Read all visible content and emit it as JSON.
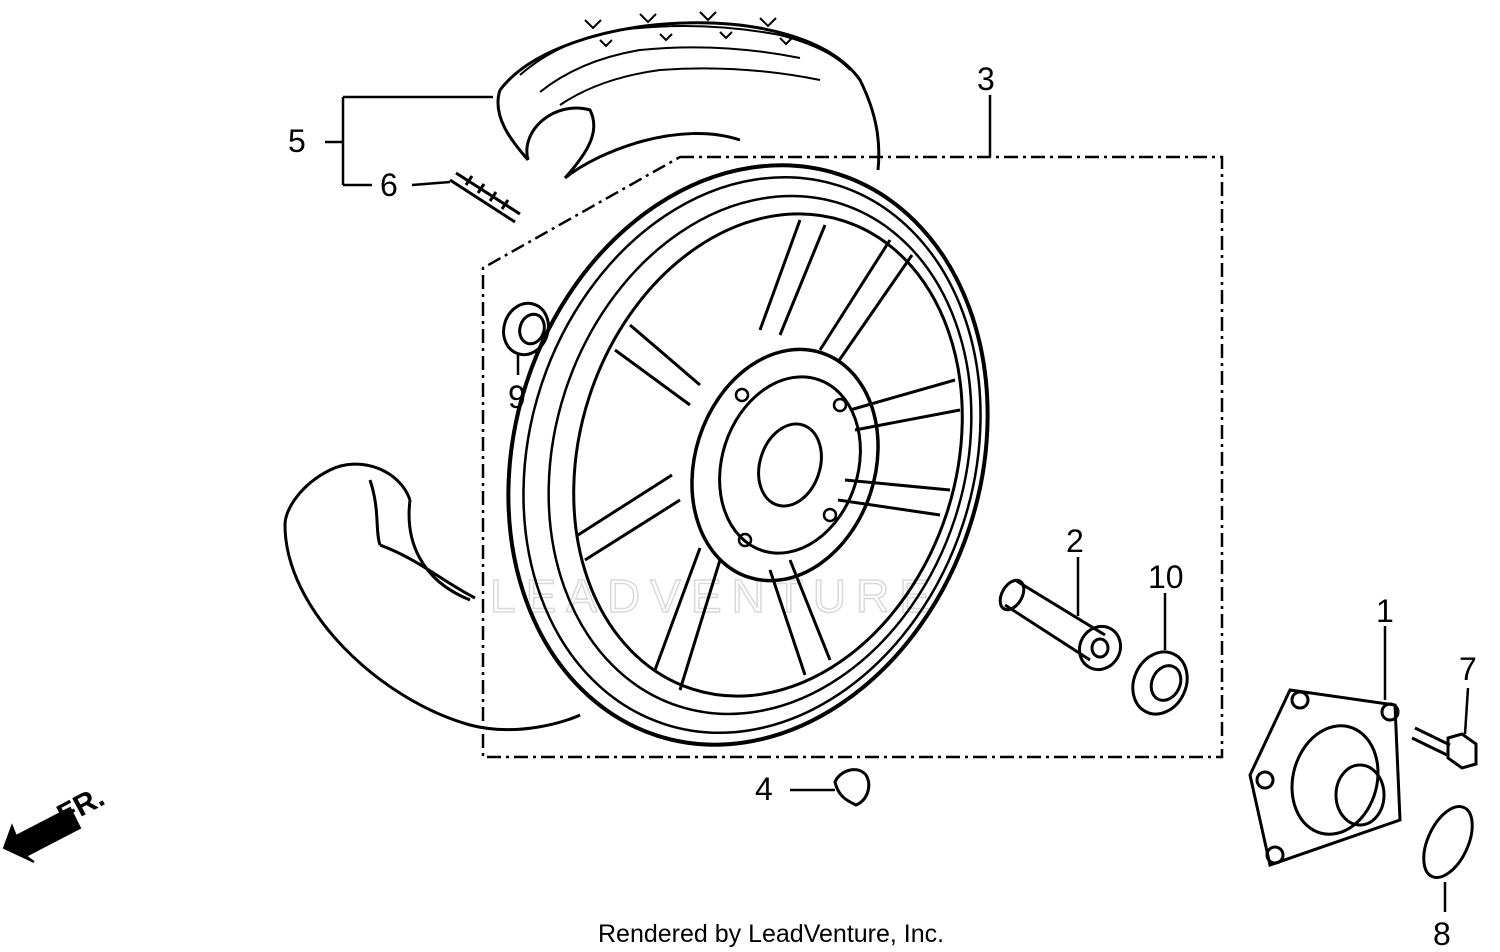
{
  "callouts": {
    "c1": "1",
    "c2": "2",
    "c3": "3",
    "c4": "4",
    "c5": "5",
    "c6": "6",
    "c7": "7",
    "c8": "8",
    "c9": "9",
    "c10": "10"
  },
  "direction_label": "FR.",
  "watermark": "LEADVENTURE",
  "footer": "Rendered by LeadVenture, Inc.",
  "colors": {
    "line": "#000000",
    "background": "#ffffff",
    "watermark": "#d9d9d9"
  }
}
